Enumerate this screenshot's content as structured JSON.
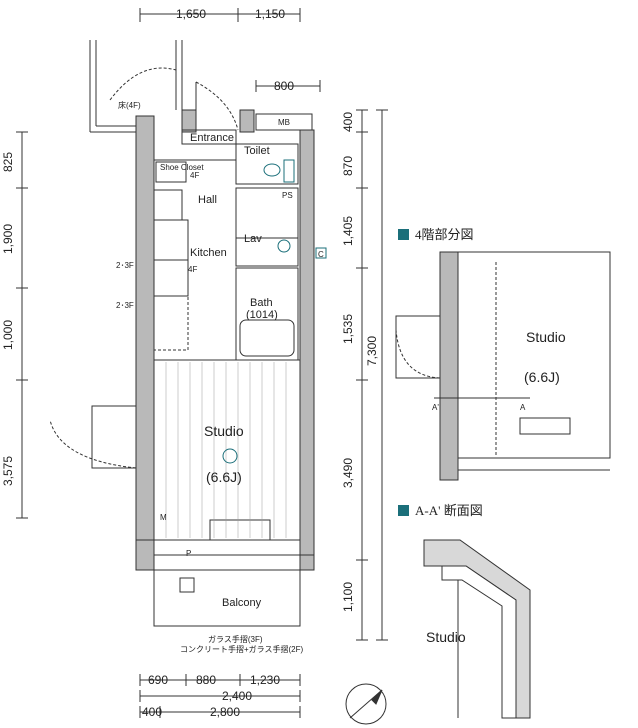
{
  "dimensions": {
    "top": [
      "1,650",
      "1,150",
      "800"
    ],
    "left": [
      "825",
      "1,900",
      "1,000",
      "3,575"
    ],
    "right": [
      "400",
      "870",
      "1,405",
      "1,535",
      "3,490",
      "1,100"
    ],
    "right_total": "7,300",
    "bottom_row1": [
      "690",
      "880",
      "1,230"
    ],
    "bottom_row2_total": "2,400",
    "bottom_row3": [
      "400",
      "2,800"
    ]
  },
  "rooms": {
    "entrance": "Entrance",
    "toilet": "Toilet",
    "hall": "Hall",
    "shoe_closet": "Shoe\nCloset",
    "kitchen": "Kitchen",
    "lav": "Lav",
    "bath": "Bath",
    "bath_size": "(1014)",
    "studio": "Studio",
    "studio_size": "(6.6J)",
    "balcony": "Balcony"
  },
  "labels": {
    "mb": "MB",
    "ps": "PS",
    "floor_4f": "床(4F)",
    "shoe_4f": "4F",
    "h_2_3f_a": "2･3F",
    "h_2_3f_b": "2･3F",
    "h_4f": "4F",
    "rail_3f": "ガラス手摺(3F)",
    "rail_2f": "コンクリート手摺+ガラス手摺(2F)",
    "marker_c": "C",
    "marker_p": "P",
    "marker_m": "M"
  },
  "inset_4f": {
    "title": "4階部分図",
    "studio": "Studio",
    "studio_size": "(6.6J)",
    "section_a": "A",
    "section_a_prime": "A'"
  },
  "section_aa": {
    "title": "A-A' 断面図",
    "studio": "Studio"
  },
  "colors": {
    "wall": "#b9b9b9",
    "accent": "#1b6f7a",
    "line": "#333333"
  }
}
